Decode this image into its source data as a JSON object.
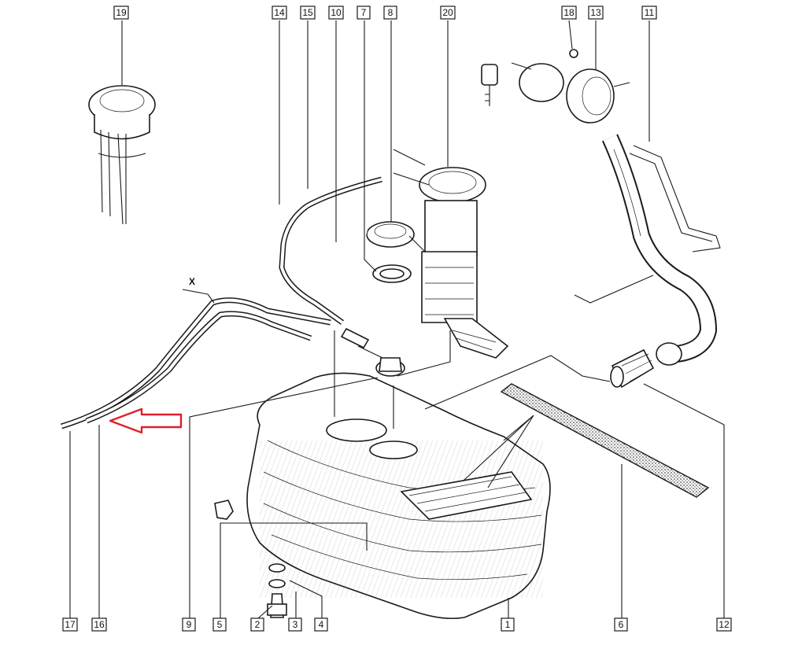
{
  "diagram": {
    "labels": [
      "19",
      "14",
      "15",
      "10",
      "7",
      "8",
      "20",
      "18",
      "13",
      "11",
      "17",
      "16",
      "9",
      "5",
      "2",
      "3",
      "4",
      "1",
      "6",
      "12"
    ],
    "marker_x": "X",
    "colors": {
      "arrow": "#e0202a",
      "ink": "#1a1a1a",
      "background": "#ffffff"
    }
  }
}
